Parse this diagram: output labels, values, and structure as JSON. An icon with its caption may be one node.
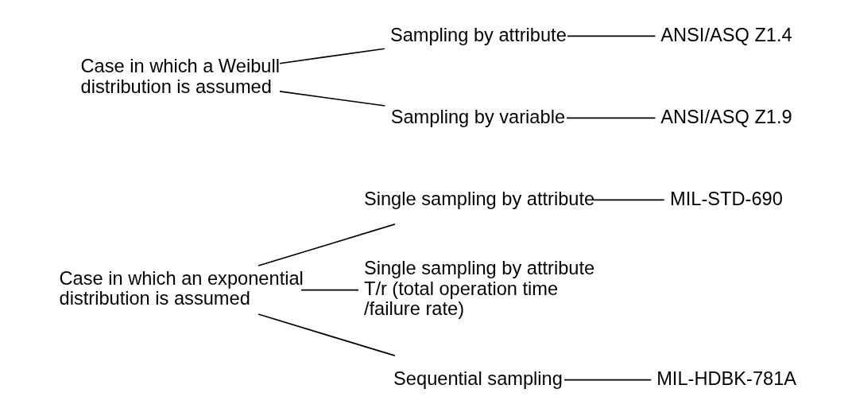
{
  "diagram": {
    "nodes": [
      {
        "text": [
          "Case in which an exponential distribution is assumed"
        ]
      },
      {
        "text": [
          "Single sampling by attribute"
        ]
      },
      {
        "text": [
          "MIL-STD-690"
        ]
      },
      {
        "text": [
          "Single sampling by attribute T/r (total operation time /failure rate)"
        ]
      },
      {
        "text": [
          "Sequential sampling"
        ]
      },
      {
        "text": [
          "MIL-HDBK-781A"
        ]
      },
      {
        "text": [
          "Case in which a Weibull distribution is assumed"
        ]
      },
      {
        "text": [
          "Sampling by attribute"
        ]
      },
      {
        "text": [
          "ANSI/ASQ Z1.4"
        ]
      },
      {
        "text": [
          "Sampling by variable"
        ]
      },
      {
        "text": [
          "ANSI/ASQ Z1.9"
        ]
      }
    ],
    "edges": [
      {
        "from": 0,
        "to": 1,
        "arrow": "none"
      },
      {
        "from": 0,
        "to": 3,
        "arrow": "none"
      },
      {
        "from": 0,
        "to": 4,
        "arrow": "none"
      },
      {
        "from": 1,
        "to": 2,
        "arrow": "none"
      },
      {
        "from": 4,
        "to": 5,
        "arrow": "none"
      },
      {
        "from": 6,
        "to": 7,
        "arrow": "none"
      },
      {
        "from": 6,
        "to": 9,
        "arrow": "none"
      },
      {
        "from": 7,
        "to": 8,
        "arrow": "none"
      },
      {
        "from": 9,
        "to": 10,
        "arrow": "none"
      }
    ]
  }
}
